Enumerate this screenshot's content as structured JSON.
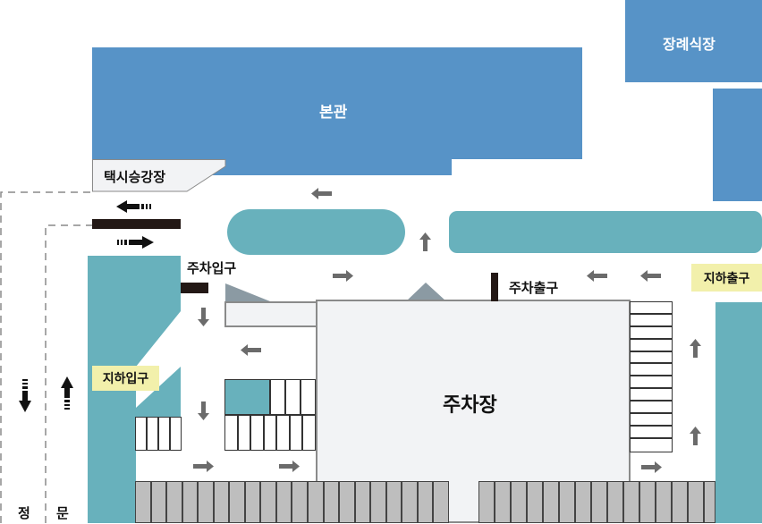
{
  "buildings": {
    "main": "본관",
    "funeral_hall": "장례식장"
  },
  "labels": {
    "taxi_stand": "택시승강장",
    "parking_entrance": "주차입구",
    "parking_exit": "주차출구",
    "parking_lot": "주차장",
    "underground_entrance": "지하입구",
    "underground_exit": "지하출구",
    "main_gate_1": "정",
    "main_gate_2": "문"
  },
  "colors": {
    "building": "#5793c7",
    "green_area": "#68b1bc",
    "parking_lot": "#f2f3f5",
    "tag": "#f2f0ab",
    "arrow": "#6b6b6b",
    "barrier": "#231815",
    "stall_gray": "#bebebe"
  },
  "icons": {
    "flow_arrow": "arrow-icon",
    "traffic_direction": "traffic-arrow-icon"
  }
}
